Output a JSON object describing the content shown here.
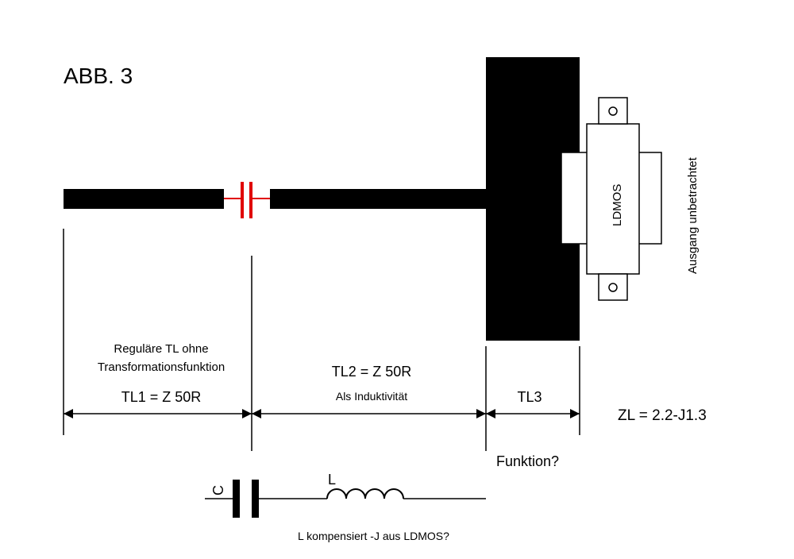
{
  "title": "ABB. 3",
  "labels": {
    "tl1_desc_line1": "Reguläre TL ohne",
    "tl1_desc_line2": "Transformationsfunktion",
    "tl1": "TL1 = Z 50R",
    "tl2": "TL2 = Z 50R",
    "tl2_desc": "Als Induktivität",
    "tl3": "TL3",
    "funktion": "Funktion?",
    "zl": "ZL =  2.2-J1.3",
    "ldmos": "LDMOS",
    "ausgang": "Ausgang unbetrachtet",
    "cap_label": "C",
    "ind_label": "L",
    "note": "L kompensiert -J aus LDMOS?"
  },
  "colors": {
    "line": "#000000",
    "capacitor": "#e00000",
    "background": "#ffffff"
  }
}
